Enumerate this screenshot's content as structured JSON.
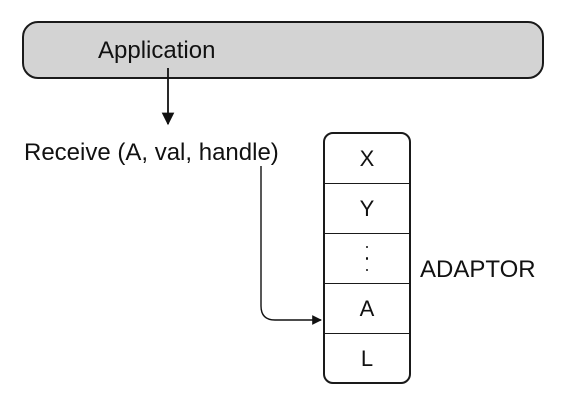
{
  "application": {
    "label": "Application"
  },
  "receive_call": {
    "label": "Receive (A, val, handle)"
  },
  "adaptor": {
    "label": "ADAPTOR",
    "slots": [
      "X",
      "Y",
      "",
      "A",
      "L"
    ]
  },
  "colors": {
    "application_fill": "#d3d3d3",
    "stroke": "#1a1a1a"
  }
}
